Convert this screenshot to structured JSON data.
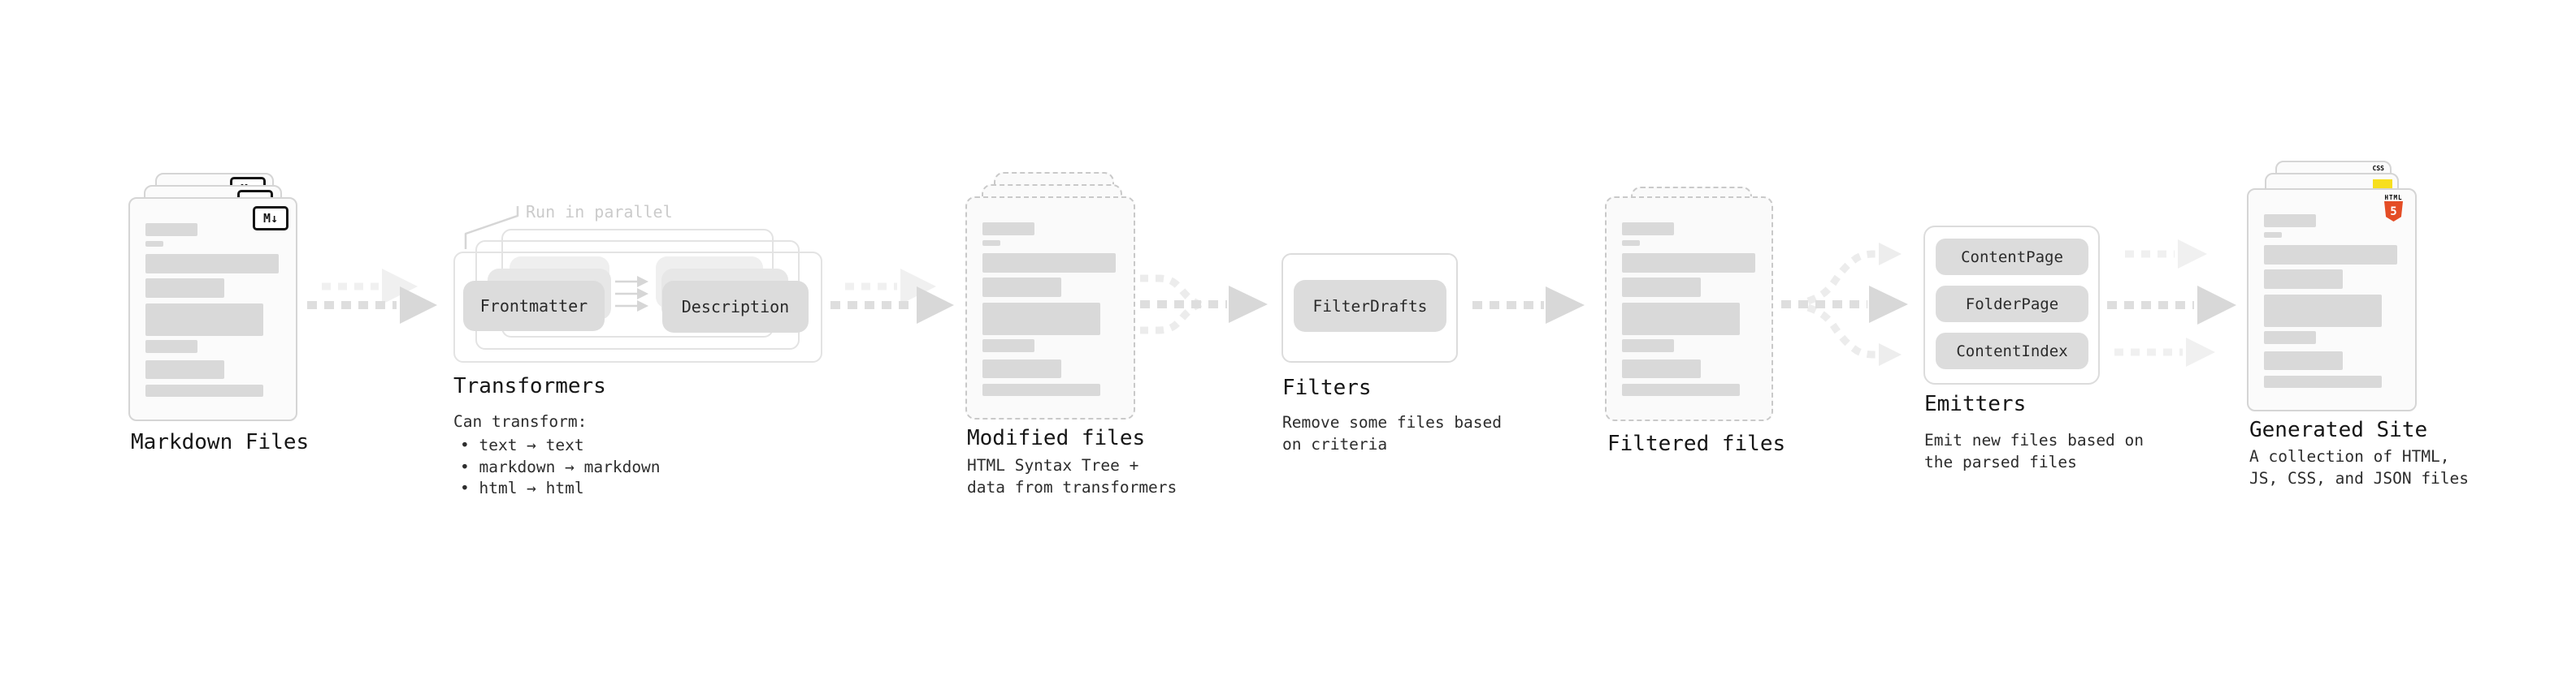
{
  "stages": {
    "markdown": {
      "title": "Markdown Files"
    },
    "transformers": {
      "title": "Transformers",
      "annotation": "Run in parallel",
      "caption": "Can transform:",
      "bullets": [
        "• text → text",
        "• markdown → markdown",
        "• html → html"
      ],
      "pill_left": "Frontmatter",
      "pill_right": "Description"
    },
    "modified": {
      "title": "Modified files",
      "caption": "HTML Syntax Tree +\ndata from transformers"
    },
    "filters": {
      "title": "Filters",
      "caption": "Remove some files based\non criteria",
      "pill": "FilterDrafts"
    },
    "filtered": {
      "title": "Filtered files"
    },
    "emitters": {
      "title": "Emitters",
      "caption": "Emit new files based on\nthe parsed files",
      "pills": [
        "ContentPage",
        "FolderPage",
        "ContentIndex"
      ]
    },
    "generated": {
      "title": "Generated Site",
      "caption": "A collection of HTML,\nJS, CSS, and JSON files"
    }
  },
  "icons": {
    "markdown": "M↓",
    "html_label": "HTML",
    "html_number": "5",
    "css_label": "CSS"
  },
  "colors": {
    "html5": "#e44d26",
    "js": "#f7df1e",
    "css": "#2965f1",
    "pill": "#dcdcdc",
    "bar": "#d9d9d9",
    "arrow-dark": "#dedede",
    "arrow-light": "#f0f0f0"
  }
}
